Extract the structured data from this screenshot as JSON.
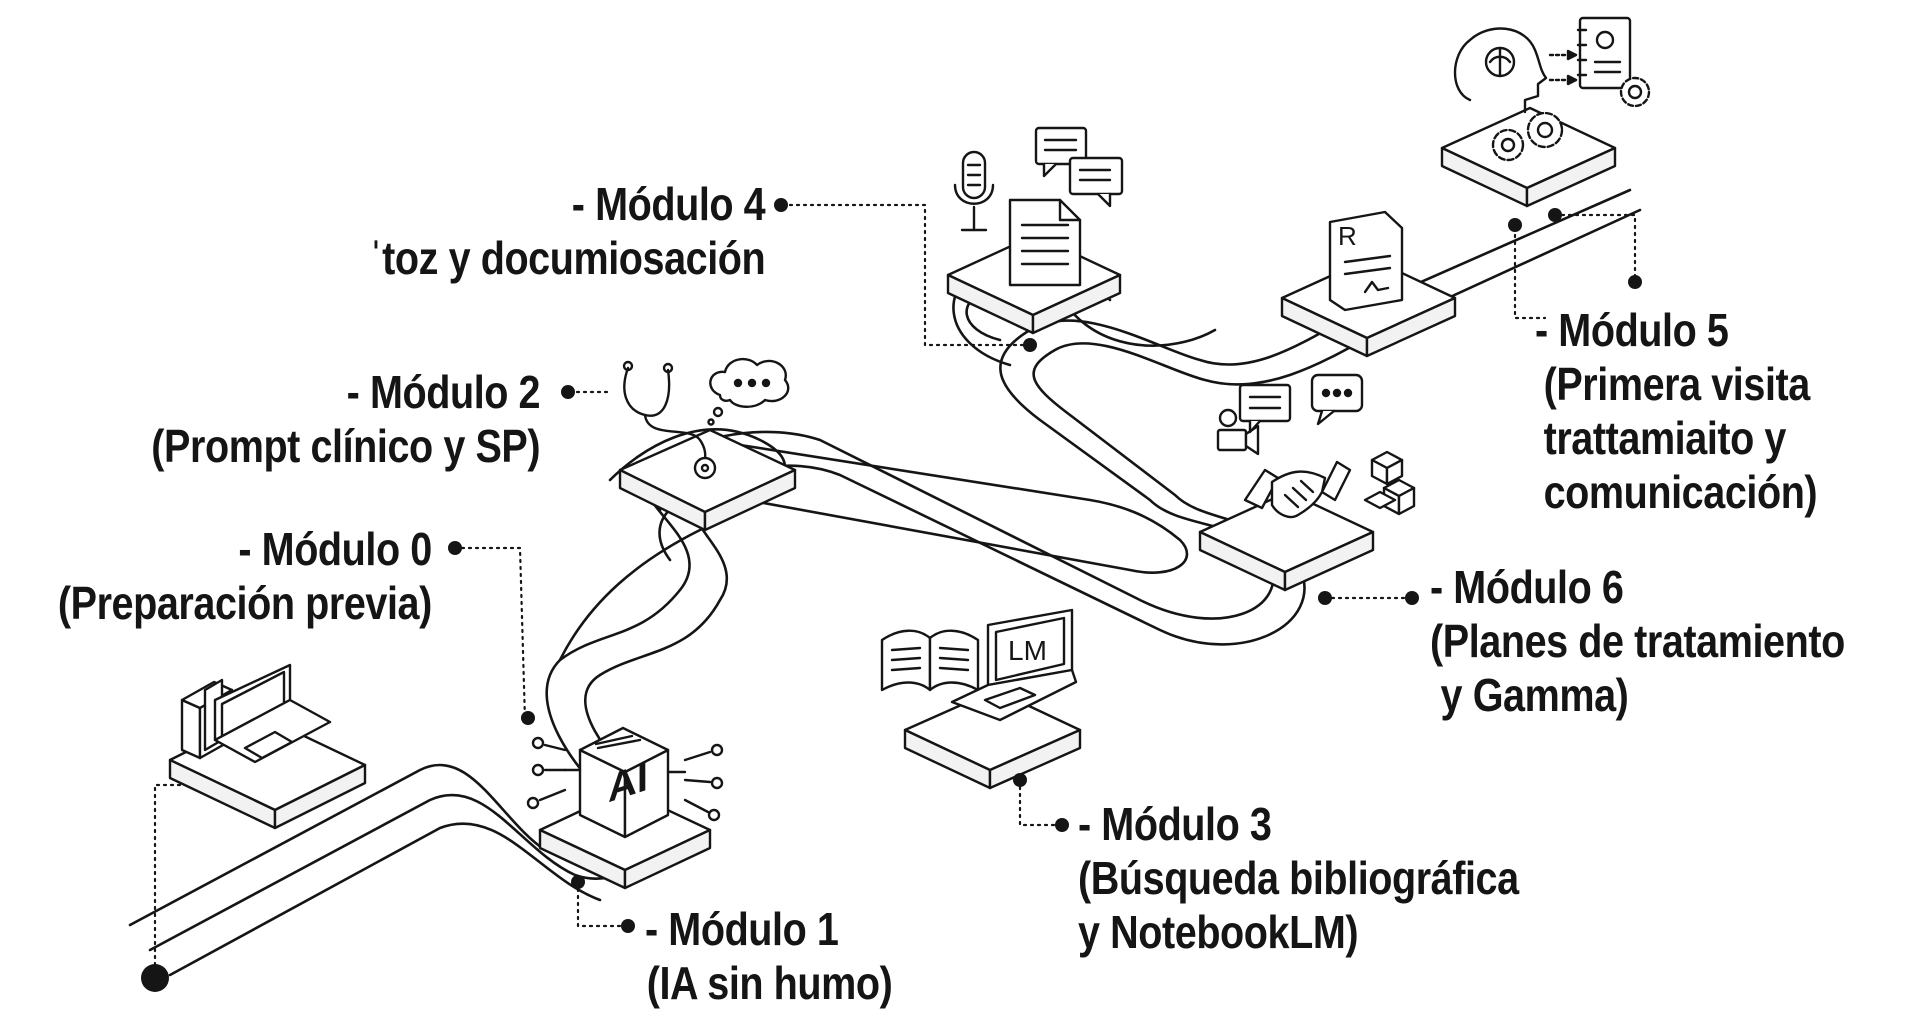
{
  "colors": {
    "ink": "#151515",
    "platform_side": "#f2f2f2",
    "background": "#ffffff"
  },
  "modules": [
    {
      "id": "m0",
      "title": "- Módulo 0",
      "subtitle": [
        "(Preparación previa)"
      ],
      "icon": "laptop-with-books-icon"
    },
    {
      "id": "m1",
      "title": "- Módulo 1",
      "subtitle": [
        "(IA sin humo)"
      ],
      "icon": "ai-chip-icon"
    },
    {
      "id": "m2",
      "title": "- Módulo 2",
      "subtitle": [
        "(Prompt clínico y SP)"
      ],
      "icon": "stethoscope-thought-icon"
    },
    {
      "id": "m3",
      "title": "- Módulo 3",
      "subtitle": [
        "(Búsqueda bibliográfica",
        "y NotebookLM)"
      ],
      "icon": "book-and-notebooklm-laptop-icon",
      "chip_text": "LM"
    },
    {
      "id": "m4",
      "title": "- Módulo 4",
      "subtitle": [
        "ˈtoz y documiosación"
      ],
      "icon": "microphone-document-chat-icon"
    },
    {
      "id": "m5",
      "title": "- Módulo 5",
      "subtitle": [
        "(Primera visita",
        "trattamiaito y",
        "comunicación)"
      ],
      "icon": "prescription-head-gears-icon",
      "chip_text": "R"
    },
    {
      "id": "m6",
      "title": "- Módulo 6",
      "subtitle": [
        "(Planes de tratamiento",
        " y Gamma)"
      ],
      "icon": "handshake-video-chat-icon"
    }
  ],
  "ai_chip_text": "AI"
}
